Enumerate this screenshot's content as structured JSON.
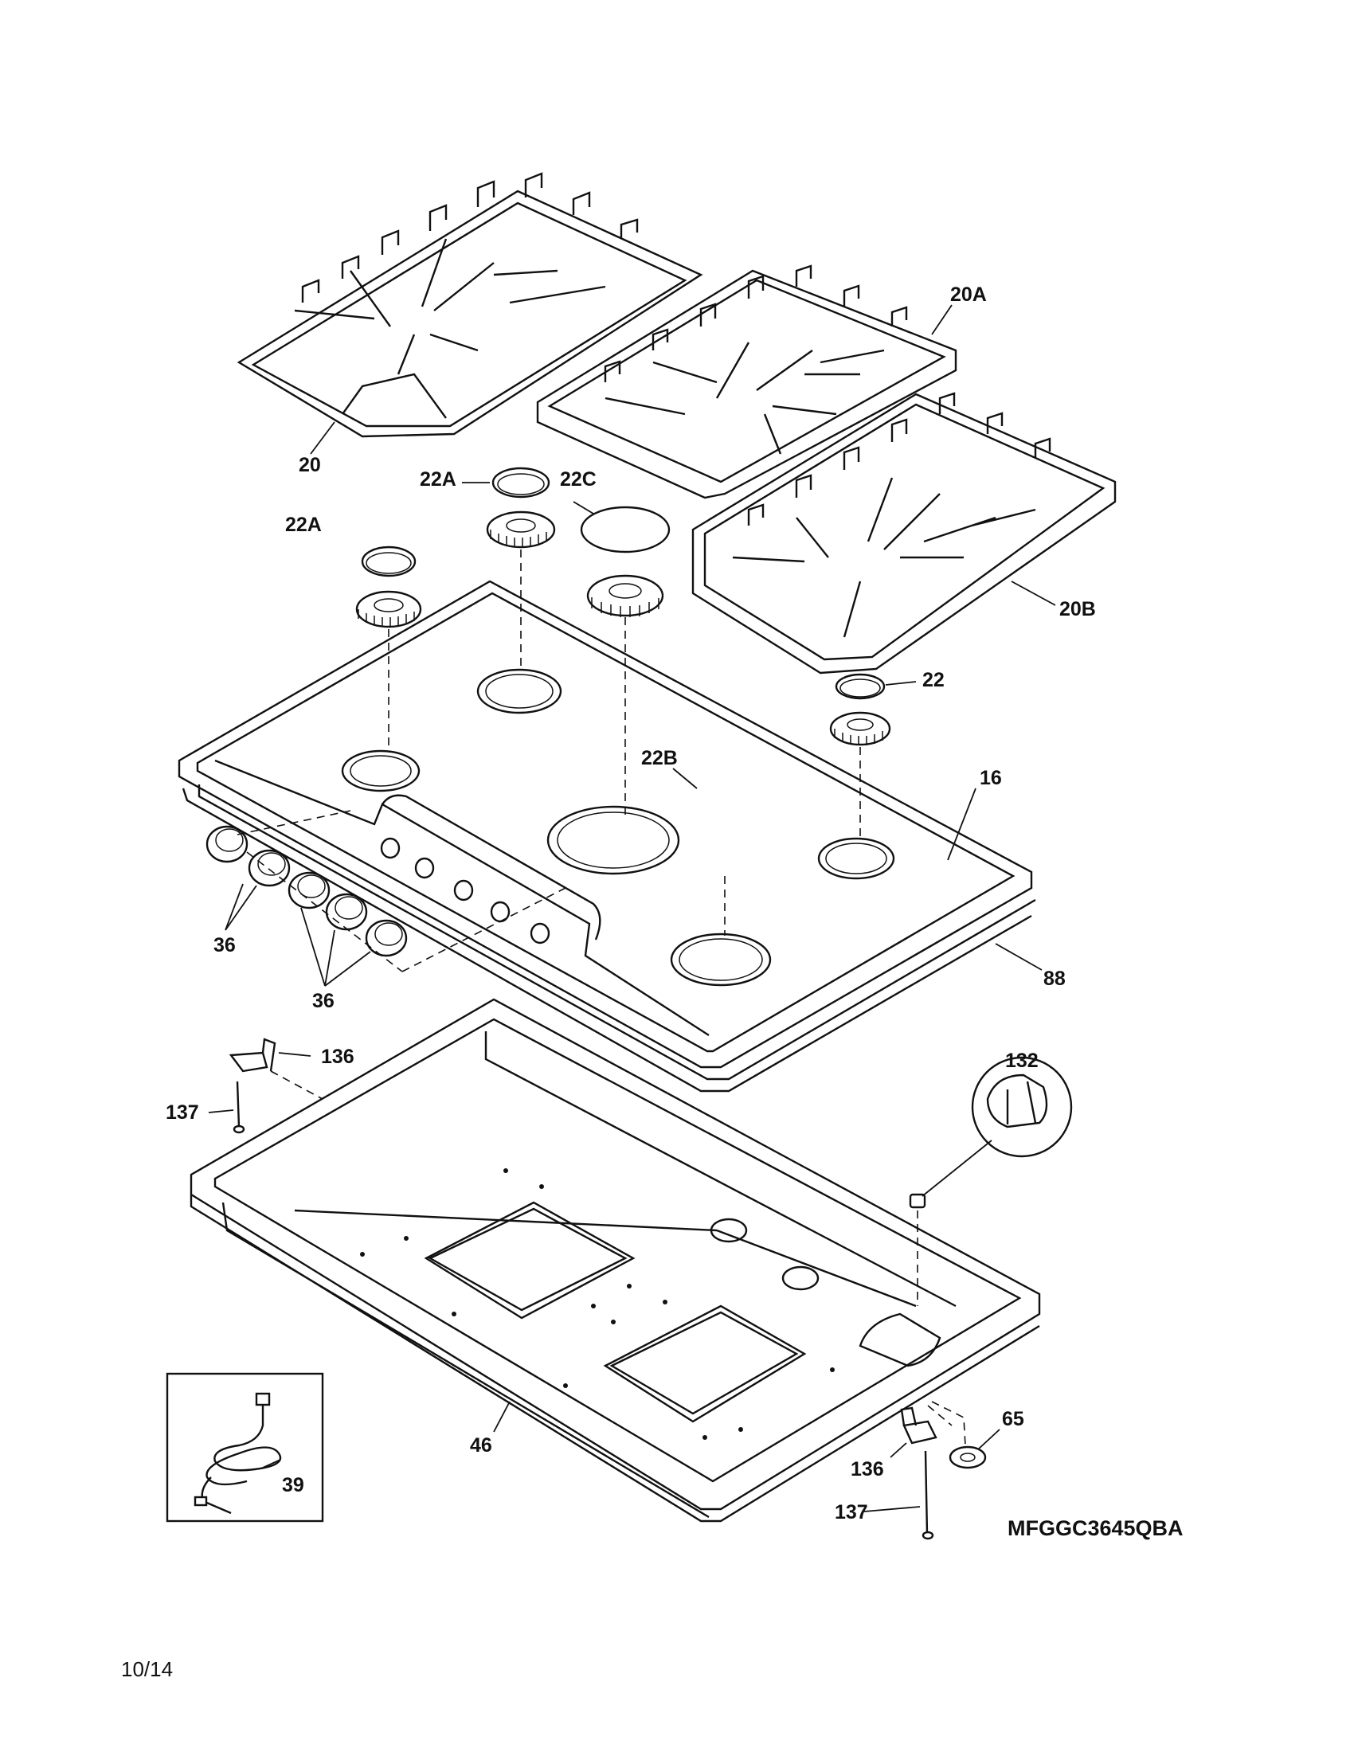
{
  "diagram": {
    "model_number": "MFGGC3645QBA",
    "page_stamp": "10/14",
    "callouts": {
      "grate_left": "20",
      "grate_center": "20A",
      "grate_right": "20B",
      "cap_left": "22A",
      "cap_center": "22A",
      "cap_large": "22C",
      "cap_right": "22",
      "cap_front": "22B",
      "cooktop": "16",
      "gasket": "88",
      "knobs_left": "36",
      "knobs_right": "36",
      "bracket_rear": "136",
      "screw_rear": "137",
      "bracket_front": "136",
      "screw_front": "137",
      "burner_box": "46",
      "power_cord": "39",
      "spark_module": "132",
      "grommet": "65"
    }
  }
}
